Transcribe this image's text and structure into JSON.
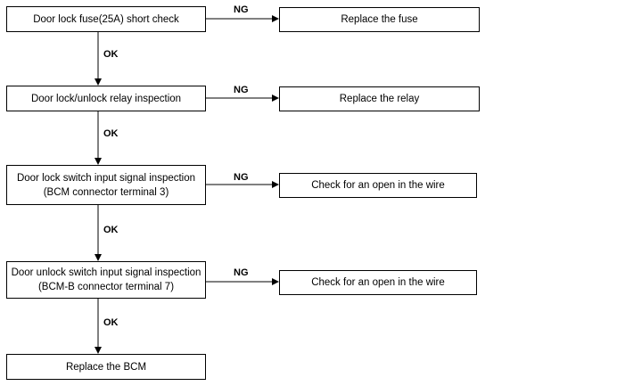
{
  "steps": [
    {
      "text": "Door lock fuse(25A) short check",
      "ng_action": "Replace the fuse"
    },
    {
      "text": "Door lock/unlock relay inspection",
      "ng_action": "Replace the relay"
    },
    {
      "text": "Door lock switch input signal inspection",
      "subtext": "(BCM connector terminal 3)",
      "ng_action": "Check for an open in the wire"
    },
    {
      "text": "Door unlock switch input signal inspection",
      "subtext": "(BCM-B connector terminal 7)",
      "ng_action": "Check for an open in the wire"
    }
  ],
  "final_step": "Replace the BCM",
  "labels": {
    "ok": "OK",
    "ng": "NG"
  }
}
